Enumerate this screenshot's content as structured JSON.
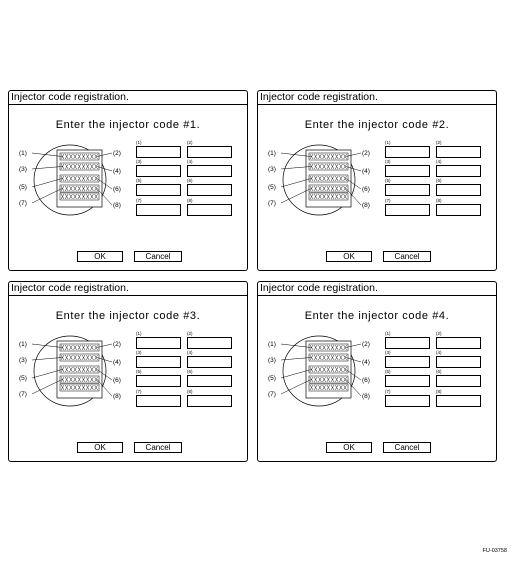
{
  "panel_title": "Injector code registration.",
  "prompt_prefix": "Enter the injector code ",
  "codes": [
    "#1.",
    "#2.",
    "#3.",
    "#4."
  ],
  "ok_label": "OK",
  "cancel_label": "Cancel",
  "field_labels": [
    "(1)",
    "(2)",
    "(3)",
    "(4)",
    "(5)",
    "(6)",
    "(7)",
    "(8)"
  ],
  "diagram_labels": [
    "(1)",
    "(2)",
    "(3)",
    "(4)",
    "(5)",
    "(6)",
    "(7)",
    "(8)"
  ],
  "footer_code": "FU-03758"
}
